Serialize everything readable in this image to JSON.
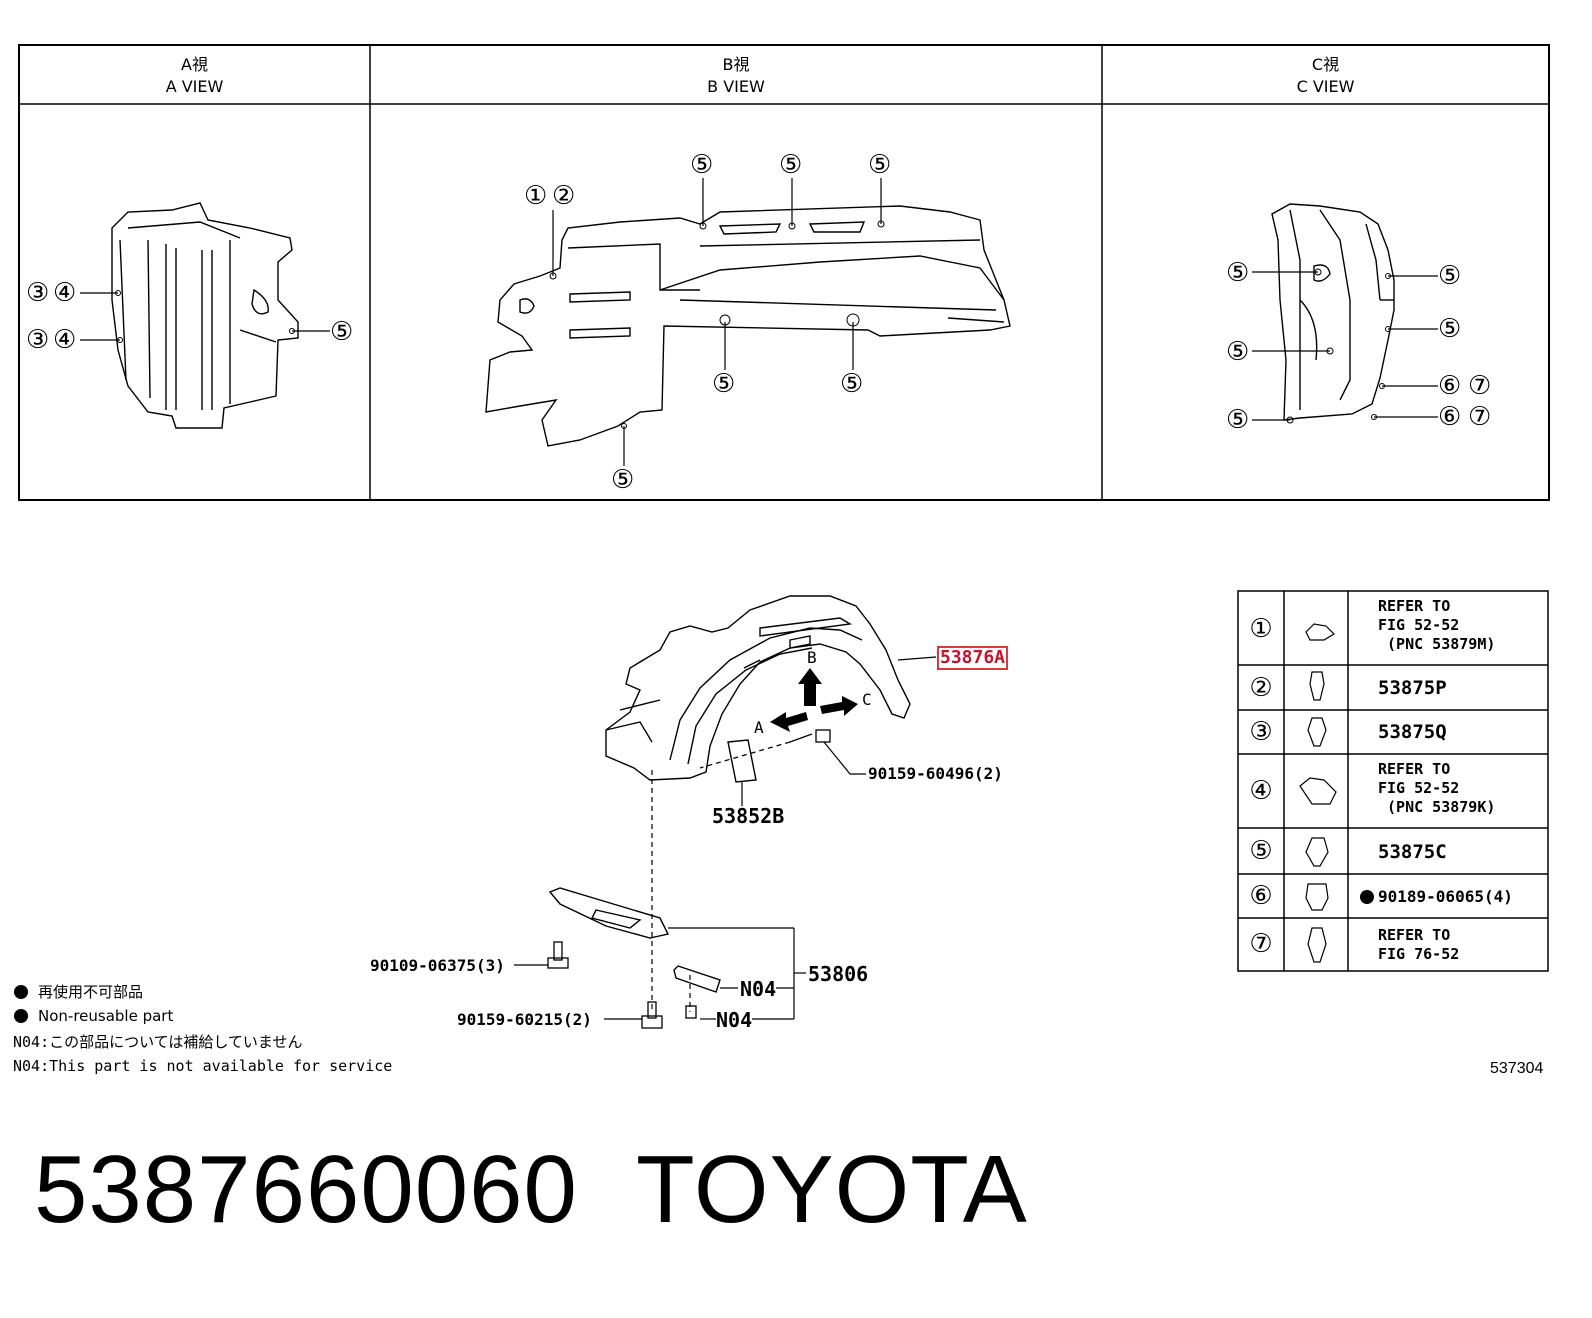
{
  "views": [
    {
      "jp": "A視",
      "en": "A VIEW"
    },
    {
      "jp": "B視",
      "en": "B VIEW"
    },
    {
      "jp": "C視",
      "en": "C VIEW"
    }
  ],
  "callouts": {
    "n1": "①",
    "n2": "②",
    "n3": "③",
    "n4": "④",
    "n5": "⑤",
    "n6": "⑥",
    "n7": "⑦"
  },
  "main": {
    "part_highlight": "53876A",
    "arrow_a": "A",
    "arrow_b": "B",
    "arrow_c": "C",
    "bolt_right": "90159-60496(2)",
    "plate": "53852B",
    "assembly": "53806",
    "bolt_left_upper": "90109-06375(3)",
    "bolt_left_lower": "90159-60215(2)",
    "n04_upper": "N04",
    "n04_lower": "N04"
  },
  "ref_table": [
    {
      "num": "①",
      "text": "REFER TO\nFIG 52-52\n (PNC 53879M)"
    },
    {
      "num": "②",
      "text": "53875P"
    },
    {
      "num": "③",
      "text": "53875Q"
    },
    {
      "num": "④",
      "text": "REFER TO\nFIG 52-52\n (PNC 53879K)"
    },
    {
      "num": "⑤",
      "text": "53875C"
    },
    {
      "num": "⑥",
      "text": "90189-06065(4)",
      "non_reusable": true
    },
    {
      "num": "⑦",
      "text": "REFER TO\nFIG 76-52"
    }
  ],
  "legend": {
    "jp_nonreusable": "再使用不可部品",
    "en_nonreusable": "Non-reusable part",
    "jp_n04": "N04:この部品については補給していません",
    "en_n04": "N04:This part is not available for service"
  },
  "figure_number": "537304",
  "footer": {
    "part_number": "5387660060",
    "brand": "TOYOTA"
  }
}
